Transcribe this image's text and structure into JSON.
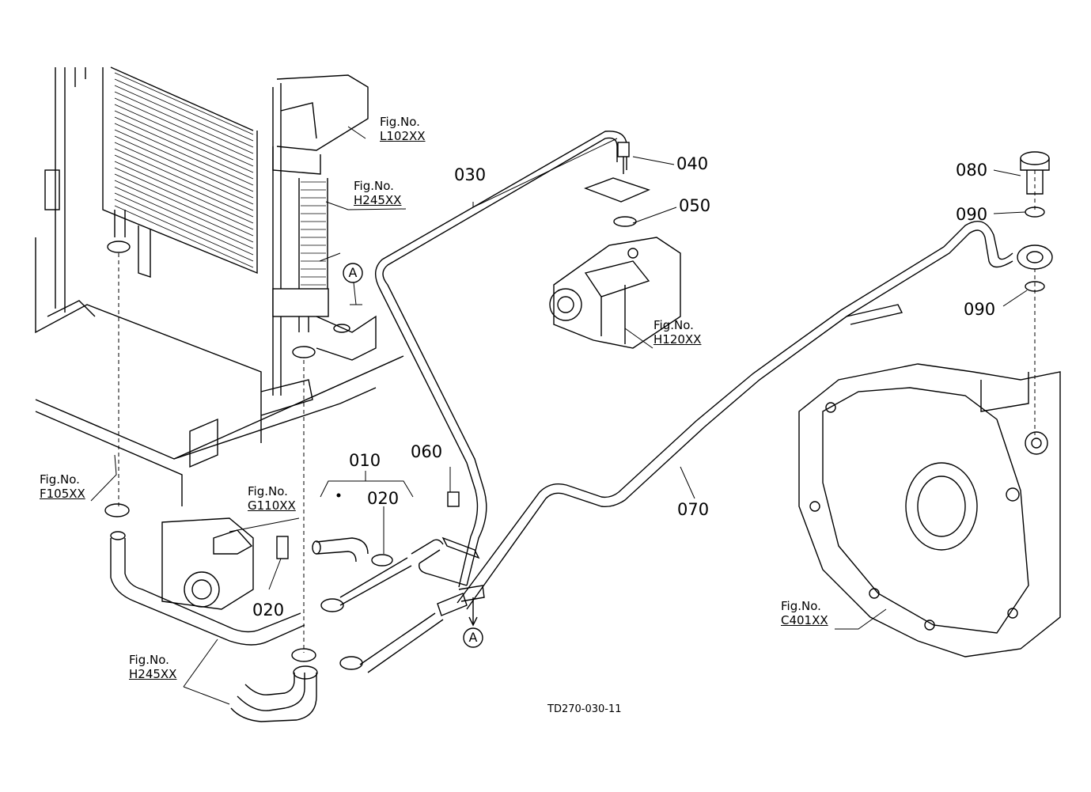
{
  "drawing_code": "TD270-030-11",
  "part_labels": {
    "p010": "010",
    "p020a": "020",
    "p020b": "020",
    "p030": "030",
    "p040": "040",
    "p050": "050",
    "p060": "060",
    "p070": "070",
    "p080": "080",
    "p090a": "090",
    "p090b": "090"
  },
  "figure_refs": {
    "l102": {
      "prefix": "Fig.No.",
      "code": "L102XX"
    },
    "h245_top": {
      "prefix": "Fig.No.",
      "code": "H245XX"
    },
    "h120": {
      "prefix": "Fig.No.",
      "code": "H120XX"
    },
    "f105": {
      "prefix": "Fig.No.",
      "code": "F105XX"
    },
    "g110": {
      "prefix": "Fig.No.",
      "code": "G110XX"
    },
    "h245_bottom": {
      "prefix": "Fig.No.",
      "code": "H245XX"
    },
    "c401": {
      "prefix": "Fig.No.",
      "code": "C401XX"
    }
  },
  "callouts": {
    "a_top": "A",
    "a_bottom": "A"
  }
}
